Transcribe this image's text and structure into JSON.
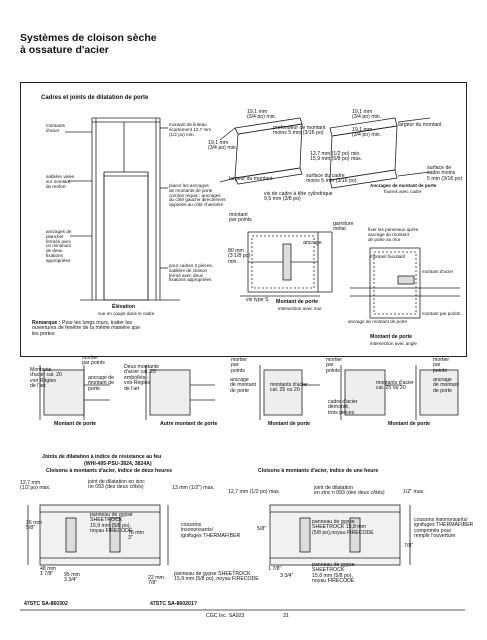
{
  "title": {
    "line1": "Systèmes de cloison sèche",
    "line2": "à ossature d'acier"
  },
  "fig1": {
    "heading": "Cadres et joints de dilatation de porte",
    "l_montants": "montants\nd'acier",
    "l_sablieres": "sablière visée\nsur montant\nde renfort",
    "l_ancrages": "ancrages de\nplancher\nfermés avec\nun minimum\nde deux\nfixations\nappropriées",
    "r_montant_linteau": "montant de linteau\nécartement 12,7 mm\n(1/2 po) min.",
    "r_placer": "placer les ancrages\nde montants de porte\ncomme requis : ancrages\ndu côté gauche directement\nopposés au côté charnière",
    "r_cadres": "pour cadres 3 pièces,\nsablière de cloison\nfermé avec deux\nfixations appropriées",
    "elev_title": "Élévation",
    "elev_sub": "vue en coupe dans le cadre",
    "remarque_b": "Remarque :",
    "remarque": " Pour les longs murs, traiter les\nouvertures de fenêtre de la même manière que\nles portes",
    "d_19a": "19,1 mm\n(3/4 po) min.",
    "d_19b": "19,1 mm\n(3/4 po) min.",
    "d_prof": "profondeur de montant\nmoins 5 mm (3/16 po)",
    "d_127": "12,7 mm (1/2 po) min.\n15,9 mm (5/8 po) max.",
    "d_larg": "largeur du montant",
    "d_vis": "vis de cadre à tête cylindrique\n9,5 mm (3/8 po)",
    "d_surf": "surface du cadre\nmoins 5 mm (3/16 po)",
    "d_19c": "19,1 mm\n(3/4 po) min.",
    "d_19d": "19,1 mm\n(3/4 po) min.",
    "d_larg2": "largeur du montant",
    "d_surf2": "surface de\ncadre moins\n5 mm (3/16 po)",
    "d_anc": "Ancrages de montant de porte",
    "d_anc_sub": "fournis avec cadre",
    "p_montant": "montant\npar points",
    "p_80": "80 mm\n(3 1/8 po)\nmin.",
    "p_ancrage": "ancrage",
    "p_garniture": "garniture\nmétal",
    "p_vis": "vis type S",
    "p_mdp": "Montant de porte",
    "p_mdp_sub": "intersection avec mur",
    "q_fixer": "fixer les panneaux après\nancrage du montant\nde porte au mur",
    "q_montant_facultatif": "montant facultatif",
    "q_montant_d_acier": "montant d'acier",
    "q_ancrage": "ancrage de montant de porte",
    "q_points": "montant par points",
    "q_mdp": "Montant de porte",
    "q_mdp_sub": "intersection avec angle"
  },
  "fig2": {
    "a_mortier": "mortier\npar points",
    "a_montants": "Montants\nd'acier cal. 20\nvoir Règles\nde l'art",
    "a_ancrage": "ancrage de\nmontant de\nporte",
    "a_title": "Montant de porte",
    "b_deux": "Deux montants\nd'acier cal. 20\nemboîtés -\nvoir Règles\nde l'art",
    "b_title": "Autre montant de porte",
    "c_mortier": "mortier\npar\npoints",
    "c_ancrage": "ancrage\nde montant\nde porte",
    "c_montants": "montants d'acier\ncal. 25 ou 20",
    "c_title": "Montant de porte",
    "d_mortier": "mortier\npar\npoints",
    "d_cadre": "cadre d'acier\ndémonté,\ntrois pièces",
    "e_montants": "montants d'acier\ncal. 25 ou 20",
    "e_mortier": "mortier\npar\npoints",
    "e_ancrage": "ancrage\nde montant\nde porte",
    "e_title": "Montant de porte"
  },
  "fig3": {
    "title1": "Joints de dilatation à indice de résistance au feu",
    "title2": "(WHI-495-PSU-3824, 3824A)",
    "title3": "Cloisons à montants d'acier, indice de deux heures",
    "l_127": "12,7 mm\n(1/2 po) max.",
    "l_joint": "joint de dilatation en zinc\nno 093 (des deux côtés)",
    "l_13": "13 mm (1/2\") max.",
    "l_panneau": "panneau de gypse\nSHEETROCK\n15,9 mm (5/8 po),\nnoyau FIRECODE",
    "l_coussins": "coussins\ninsonorisants/\nignifuges THERMAFIBER",
    "l_16": "16 mm\n5/8\"",
    "l_76": "76 mm\n3\"",
    "l_48": "48 mm\n1 7/8\"",
    "l_95": "95 mm\n3 3/4\"",
    "l_22": "22 mm\n7/8\"",
    "l_panneau2": "panneau de gypse SHEETROCK\n15,9 mm (5/8 po), noyau FIRECODE",
    "stc1": "47STC SA-860302",
    "stc2": "47STC SA-860201?",
    "r_title": "Cloisons à montants d'acier, indice de une heure",
    "r_127": "12,7 mm (1/2 po) max.",
    "r_joint": "joint de dilatation\nen zinc n 093 (des deux côtés)",
    "r_12max": "1/2\" max.",
    "r_panneau": "panneau de gypse\nSHEETROCK 15,9 mm\n(5/8 po),noyau FIRECODE",
    "r_coussins": "coussins insonorisants/\nignifuges THERMAFIBER\ncomprimés pour\nremplir l'ouverture",
    "r_58": "5/8\"",
    "r_78": "7/8\"",
    "r_178": "1 7/8\"",
    "r_334": "3 3/4\"",
    "r_panneau2": "panneau de gypse\nSHEETROCK\n15,8 mm (5/8 po),\nnoyau FIRECODE"
  },
  "footer": {
    "brand": "CGC Inc. SA923",
    "page": "31"
  }
}
